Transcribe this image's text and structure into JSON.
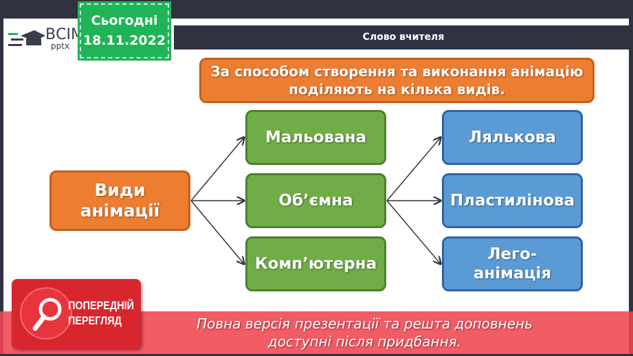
{
  "logo": {
    "title": "ВСІМ",
    "subtitle": "pptx"
  },
  "date": {
    "label": "Сьогодні",
    "value": "18.11.2022"
  },
  "header": {
    "title": "Слово вчителя"
  },
  "intro": "За способом створення та виконання анімацію поділяють на кілька видів.",
  "root": "Види анімації",
  "middle": [
    "Мальована",
    "Об’ємна",
    "Комп’ютерна"
  ],
  "right": [
    "Лялькова",
    "Пластилінова",
    "Лего-анімація"
  ],
  "preview": {
    "line1": "ПОПЕРЕДНІЙ",
    "line2": "ПЕРЕГЛЯД"
  },
  "banner": {
    "line1": "Повна версія презентації та решта доповнень",
    "line2": "доступні після придбання."
  },
  "colors": {
    "orange": "#ed7d31",
    "green": "#70ad47",
    "blue": "#5b9bd5",
    "dark": "#2f3241",
    "red": "#d7262e"
  }
}
